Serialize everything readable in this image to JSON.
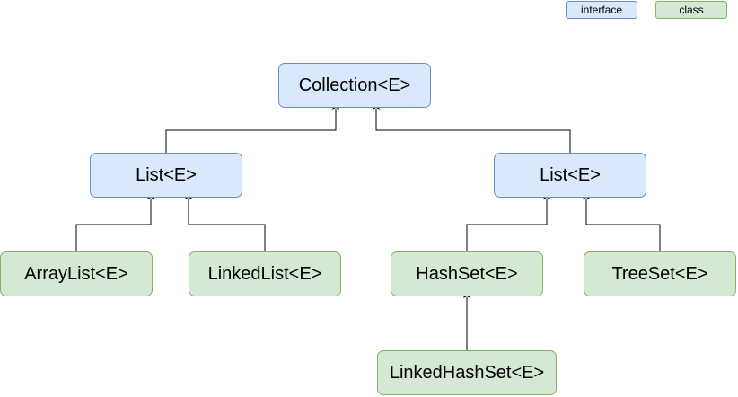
{
  "legend": {
    "interface_label": "interface",
    "class_label": "class"
  },
  "nodes": {
    "collection": "Collection<E>",
    "list_left": "List<E>",
    "list_right": "List<E>",
    "arraylist": "ArrayList<E>",
    "linkedlist": "LinkedList<E>",
    "hashset": "HashSet<E>",
    "treeset": "TreeSet<E>",
    "linkedhashset": "LinkedHashSet<E>"
  },
  "colors": {
    "interface_fill": "#dae8fc",
    "interface_stroke": "#6c8ebf",
    "class_fill": "#d5e8d4",
    "class_stroke": "#82b366",
    "edge": "#000000"
  }
}
